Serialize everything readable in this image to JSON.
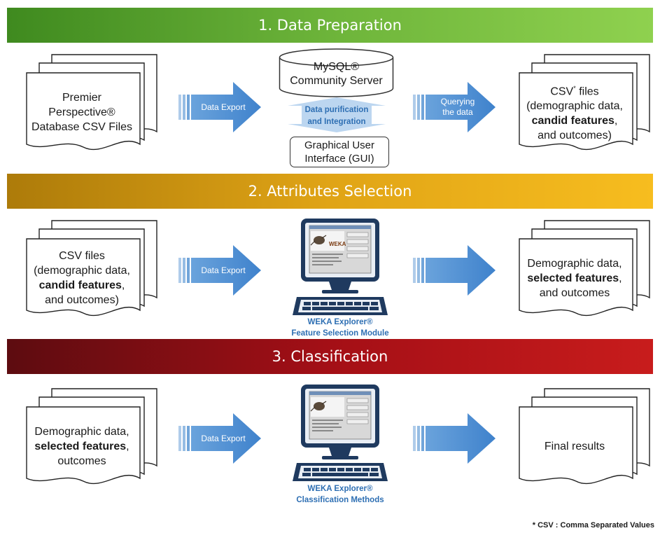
{
  "sections": [
    {
      "title": "1. Data Preparation"
    },
    {
      "title": "2. Attributes Selection"
    },
    {
      "title": "3. Classification"
    }
  ],
  "step1": {
    "input_doc": [
      "Premier",
      "Perspective®",
      "Database CSV Files"
    ],
    "export_label": "Data Export",
    "server": [
      "MySQL®",
      "Community Server"
    ],
    "purification": [
      "Data purification",
      "and Integration"
    ],
    "gui": [
      "Graphical User",
      "Interface (GUI)"
    ],
    "query_label": [
      "Querying",
      "the data"
    ],
    "output_doc": {
      "line1_prefix": "CSV",
      "line1_sup": "*",
      "line1_suffix": " files",
      "line2": "(demographic data,",
      "line3_bold": "candid features",
      "line3_rest": ",",
      "line4": "and outcomes)"
    }
  },
  "step2": {
    "input_doc": {
      "line1": "CSV files",
      "line2": "(demographic data,",
      "line3_bold": "candid features",
      "line3_rest": ",",
      "line4": "and outcomes)"
    },
    "export_label": "Data Export",
    "caption": [
      "WEKA Explorer®",
      "Feature Selection Module"
    ],
    "output_doc": {
      "line1": "Demographic data,",
      "line2_bold": "selected features",
      "line2_rest": ",",
      "line3": "and outcomes"
    }
  },
  "step3": {
    "input_doc": {
      "line1": "Demographic data,",
      "line2_bold": "selected features",
      "line2_rest": ",",
      "line3": "outcomes"
    },
    "export_label": "Data Export",
    "caption": [
      "WEKA Explorer®",
      "Classification Methods"
    ],
    "output_doc": "Final results"
  },
  "weka_screen": {
    "logo": "WEKA"
  },
  "footnote": "* CSV : Comma Separated Values",
  "colors": {
    "arrow": "#4e8fd1",
    "caption_blue": "#2e6fb3"
  }
}
